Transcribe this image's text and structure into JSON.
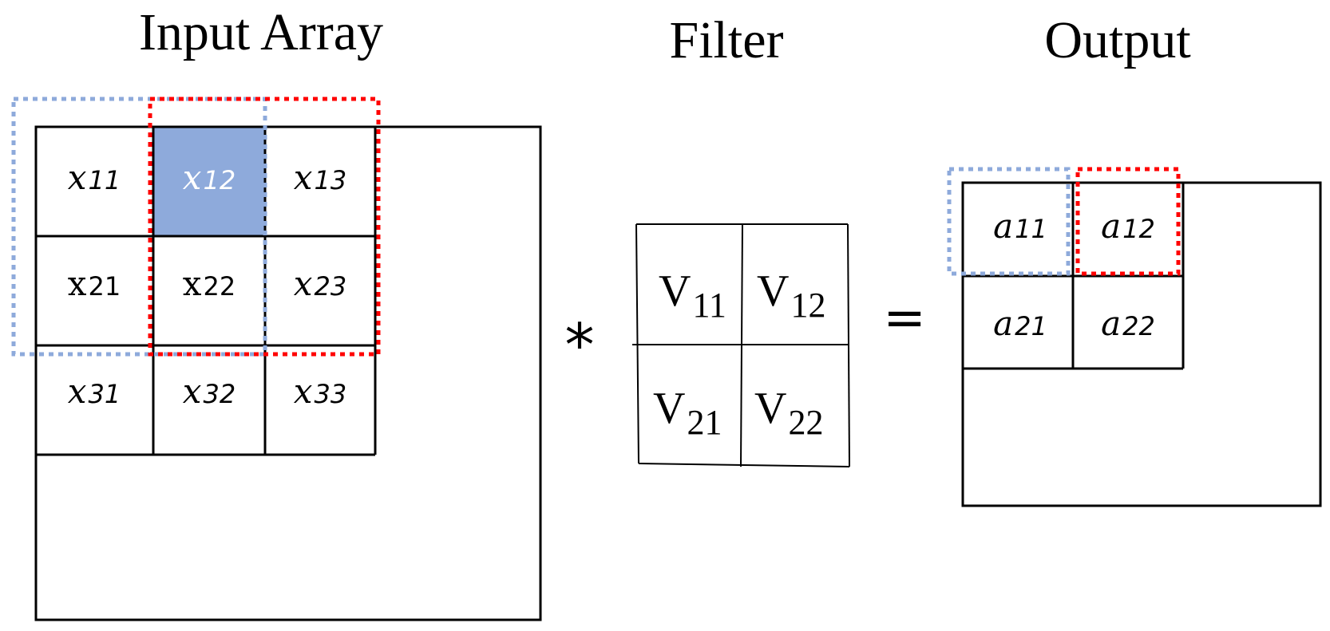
{
  "titles": {
    "input": "Input Array",
    "filter": "Filter",
    "output": "Output"
  },
  "operators": {
    "convolve": "*",
    "equals": "="
  },
  "input_cells": [
    {
      "base": "x",
      "sub": "11"
    },
    {
      "base": "x",
      "sub": "12"
    },
    {
      "base": "x",
      "sub": "13"
    },
    {
      "base": "x",
      "sub": "21"
    },
    {
      "base": "x",
      "sub": "22"
    },
    {
      "base": "x",
      "sub": "23"
    },
    {
      "base": "x",
      "sub": "31"
    },
    {
      "base": "x",
      "sub": "32"
    },
    {
      "base": "x",
      "sub": "33"
    }
  ],
  "filter_cells": [
    {
      "base": "V",
      "sub": "11"
    },
    {
      "base": "V",
      "sub": "12"
    },
    {
      "base": "V",
      "sub": "21"
    },
    {
      "base": "V",
      "sub": "22"
    }
  ],
  "output_cells": [
    {
      "base": "a",
      "sub": "11"
    },
    {
      "base": "a",
      "sub": "12"
    },
    {
      "base": "a",
      "sub": "21"
    },
    {
      "base": "a",
      "sub": "22"
    }
  ],
  "colors": {
    "highlight_fill": "#8eaadb",
    "blue_window": "#8eaadb",
    "red_window": "#ff0000"
  }
}
